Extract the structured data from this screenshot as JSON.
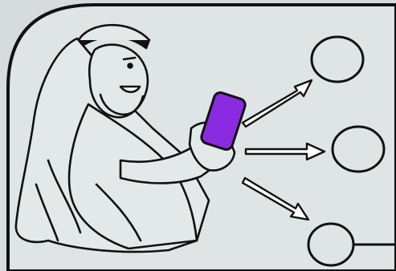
{
  "illustration": {
    "colors": {
      "background": "#d6dcdc",
      "panel": "#dfe5e5",
      "ink": "#111111",
      "figure_fill": "#e3e8e8",
      "phone": "#8a2be2"
    },
    "elements": {
      "person": "man-in-keffiyeh-holding-phone",
      "phone": "smartphone-icon",
      "arrows": [
        "arrow-up-right",
        "arrow-right",
        "arrow-down-right"
      ],
      "targets": [
        "circle-top",
        "circle-middle",
        "circle-bottom"
      ]
    }
  }
}
